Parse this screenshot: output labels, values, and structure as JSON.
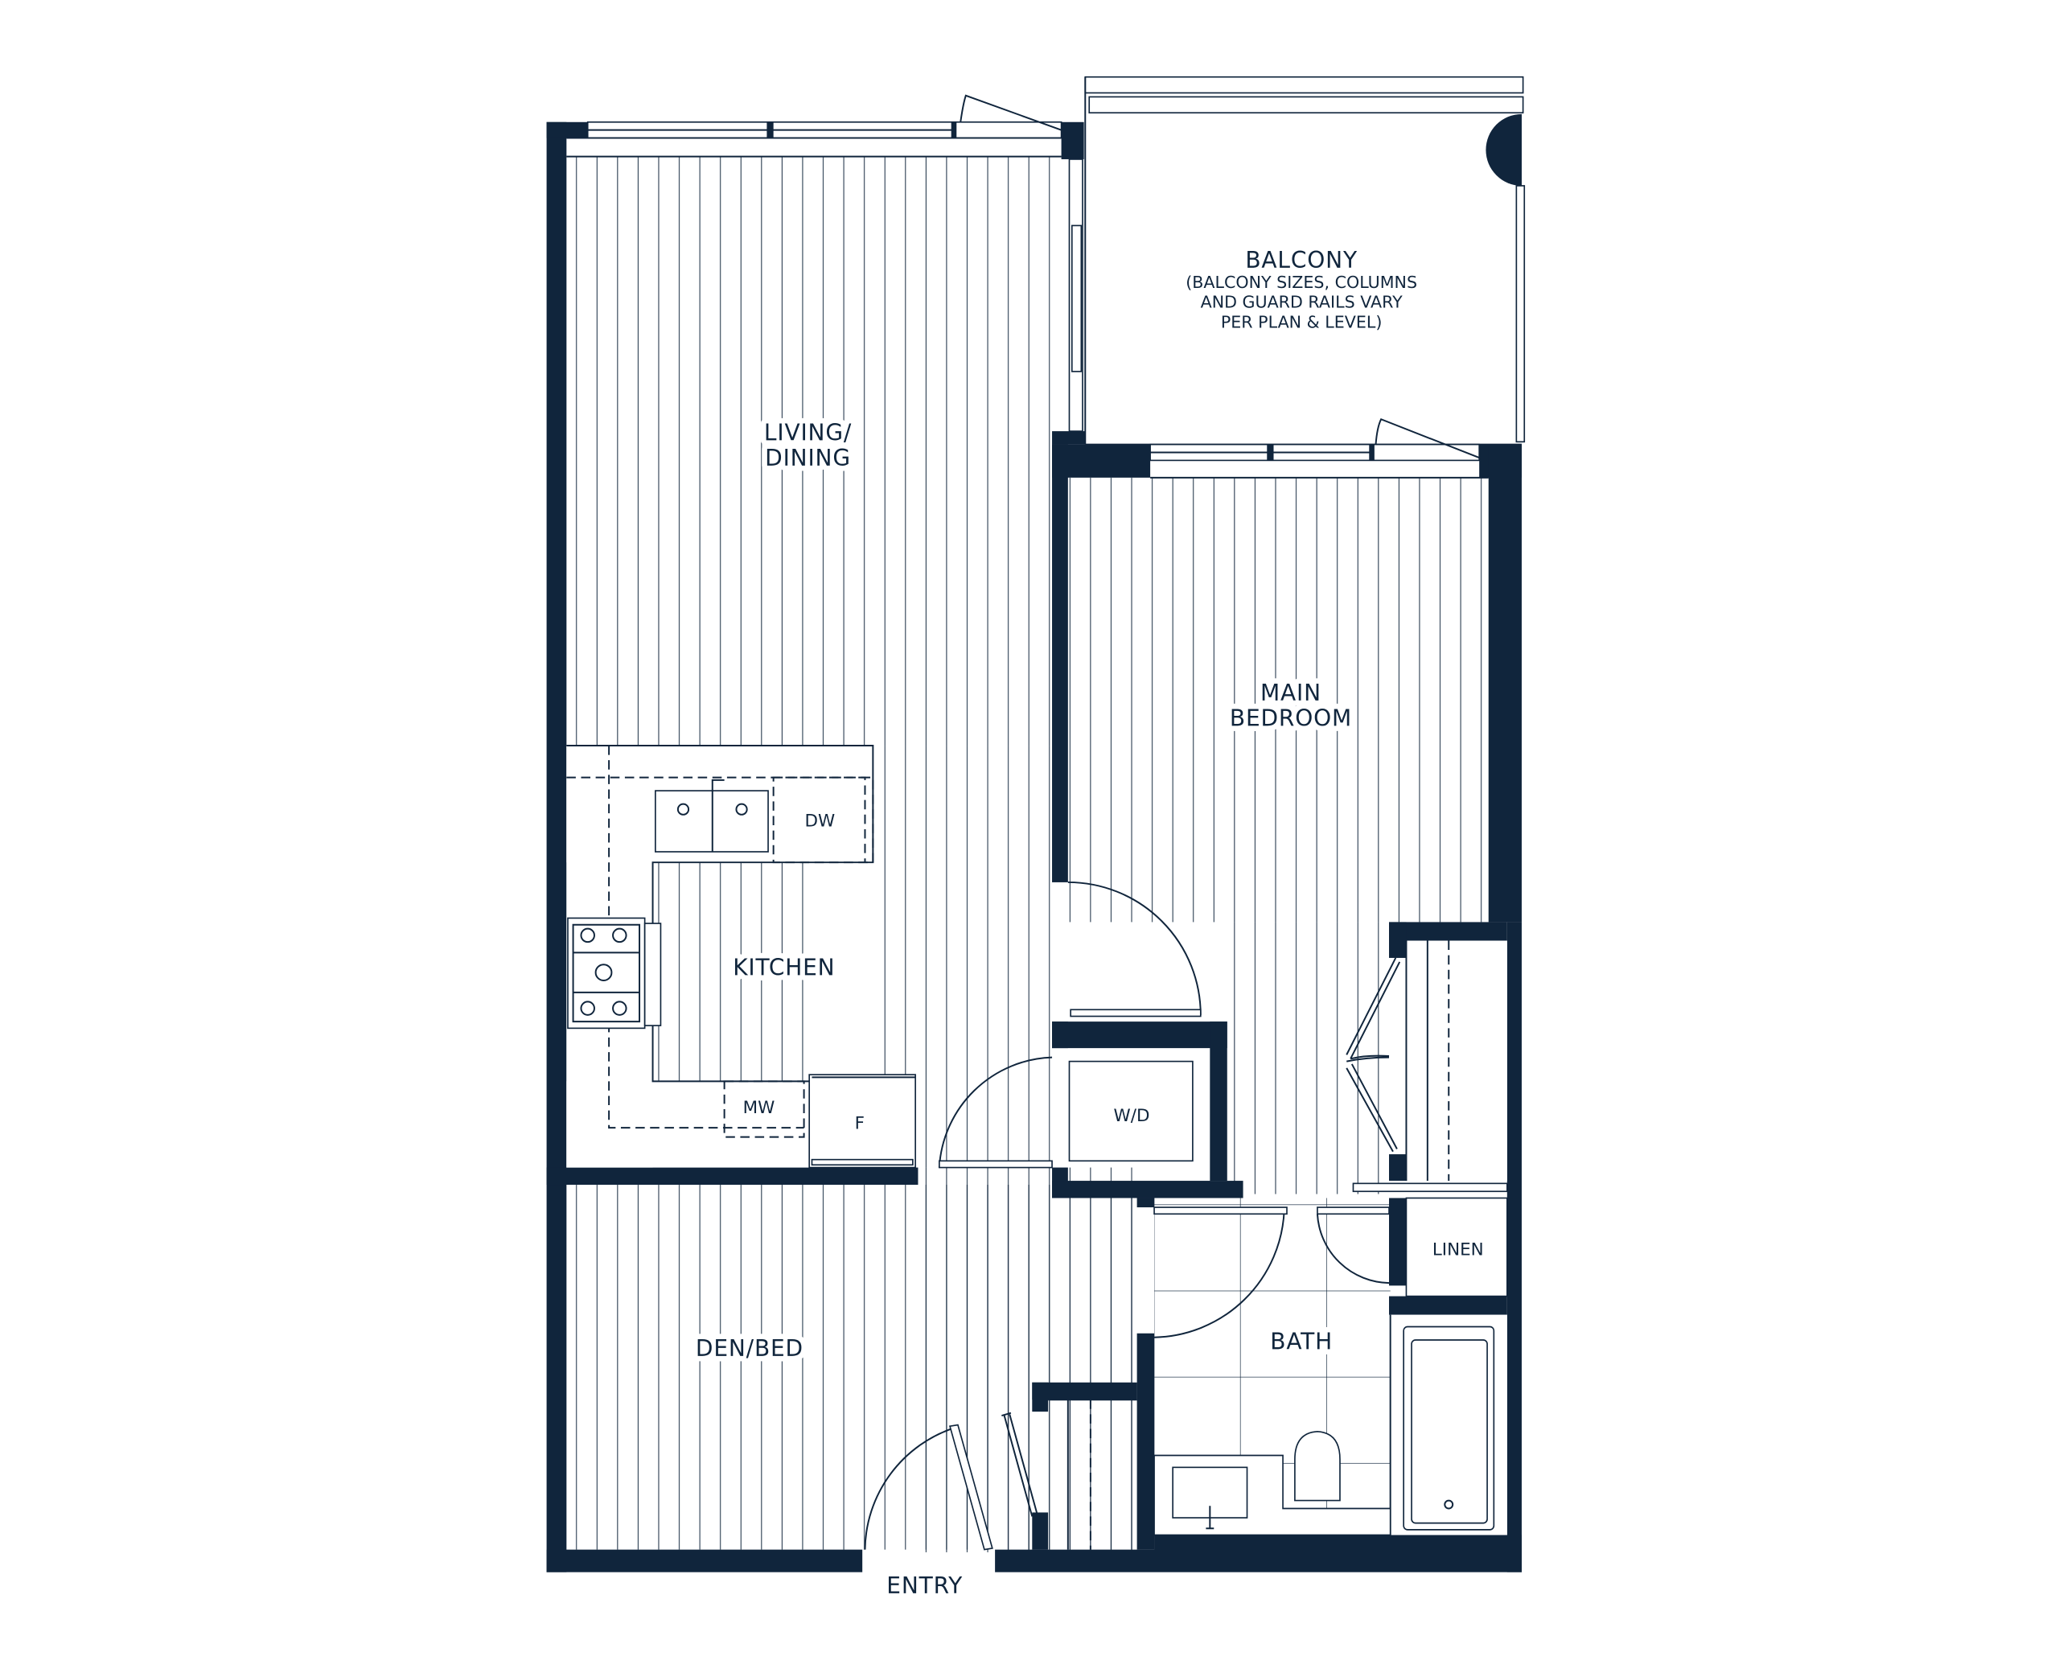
{
  "floor_plan": {
    "rooms": {
      "living": {
        "line1": "LIVING/",
        "line2": "DINING"
      },
      "balcony": {
        "title": "BALCONY",
        "note1": "(BALCONY SIZES, COLUMNS",
        "note2": "AND GUARD RAILS VARY",
        "note3": "PER PLAN & LEVEL)"
      },
      "bedroom": {
        "line1": "MAIN",
        "line2": "BEDROOM"
      },
      "kitchen": "KITCHEN",
      "den": "DEN/BED",
      "bath": "BATH",
      "entry": "ENTRY",
      "linen": "LINEN"
    },
    "fixtures": {
      "dishwasher": "DW",
      "microwave": "MW",
      "fridge": "F",
      "washer_dryer": "W/D"
    },
    "colors": {
      "wall": "#10253c",
      "background": "#ffffff"
    }
  }
}
